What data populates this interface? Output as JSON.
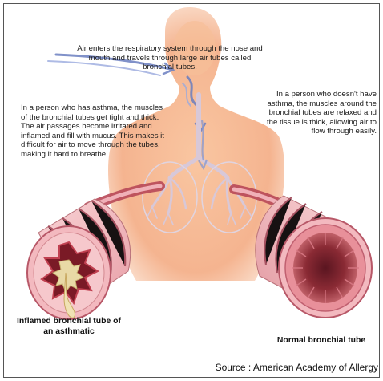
{
  "text_top": "Air enters the respiratory system through the nose and mouth and travels through large air tubes called bronchial tubes.",
  "text_left": "In a person who has asthma, the muscles of the bronchial tubes get tight and thick. The air passages become irritated and inflamed and fill with mucus. This makes it difficult for air to move through the tubes, making it hard to breathe.",
  "text_right": "In a person who doesn't have asthma, the muscles around the bronchial tubes are relaxed and the tissue is thick, allowing air to flow through easily.",
  "caption_left": "Inflamed bronchial tube of an asthmatic",
  "caption_right": "Normal bronchial tube",
  "source": "Source : American Academy of Allergy",
  "colors": {
    "skin": "#f4b48a",
    "skin_dark": "#e8966a",
    "tube_pink": "#f6c4c8",
    "tube_dark": "#9a3a44",
    "airflow": "#6a7ec0",
    "mucus": "#e9d9a6"
  },
  "icons": [
    "airflow-arrow-icon",
    "lungs-icon",
    "inflamed-tube-icon",
    "normal-tube-icon"
  ]
}
